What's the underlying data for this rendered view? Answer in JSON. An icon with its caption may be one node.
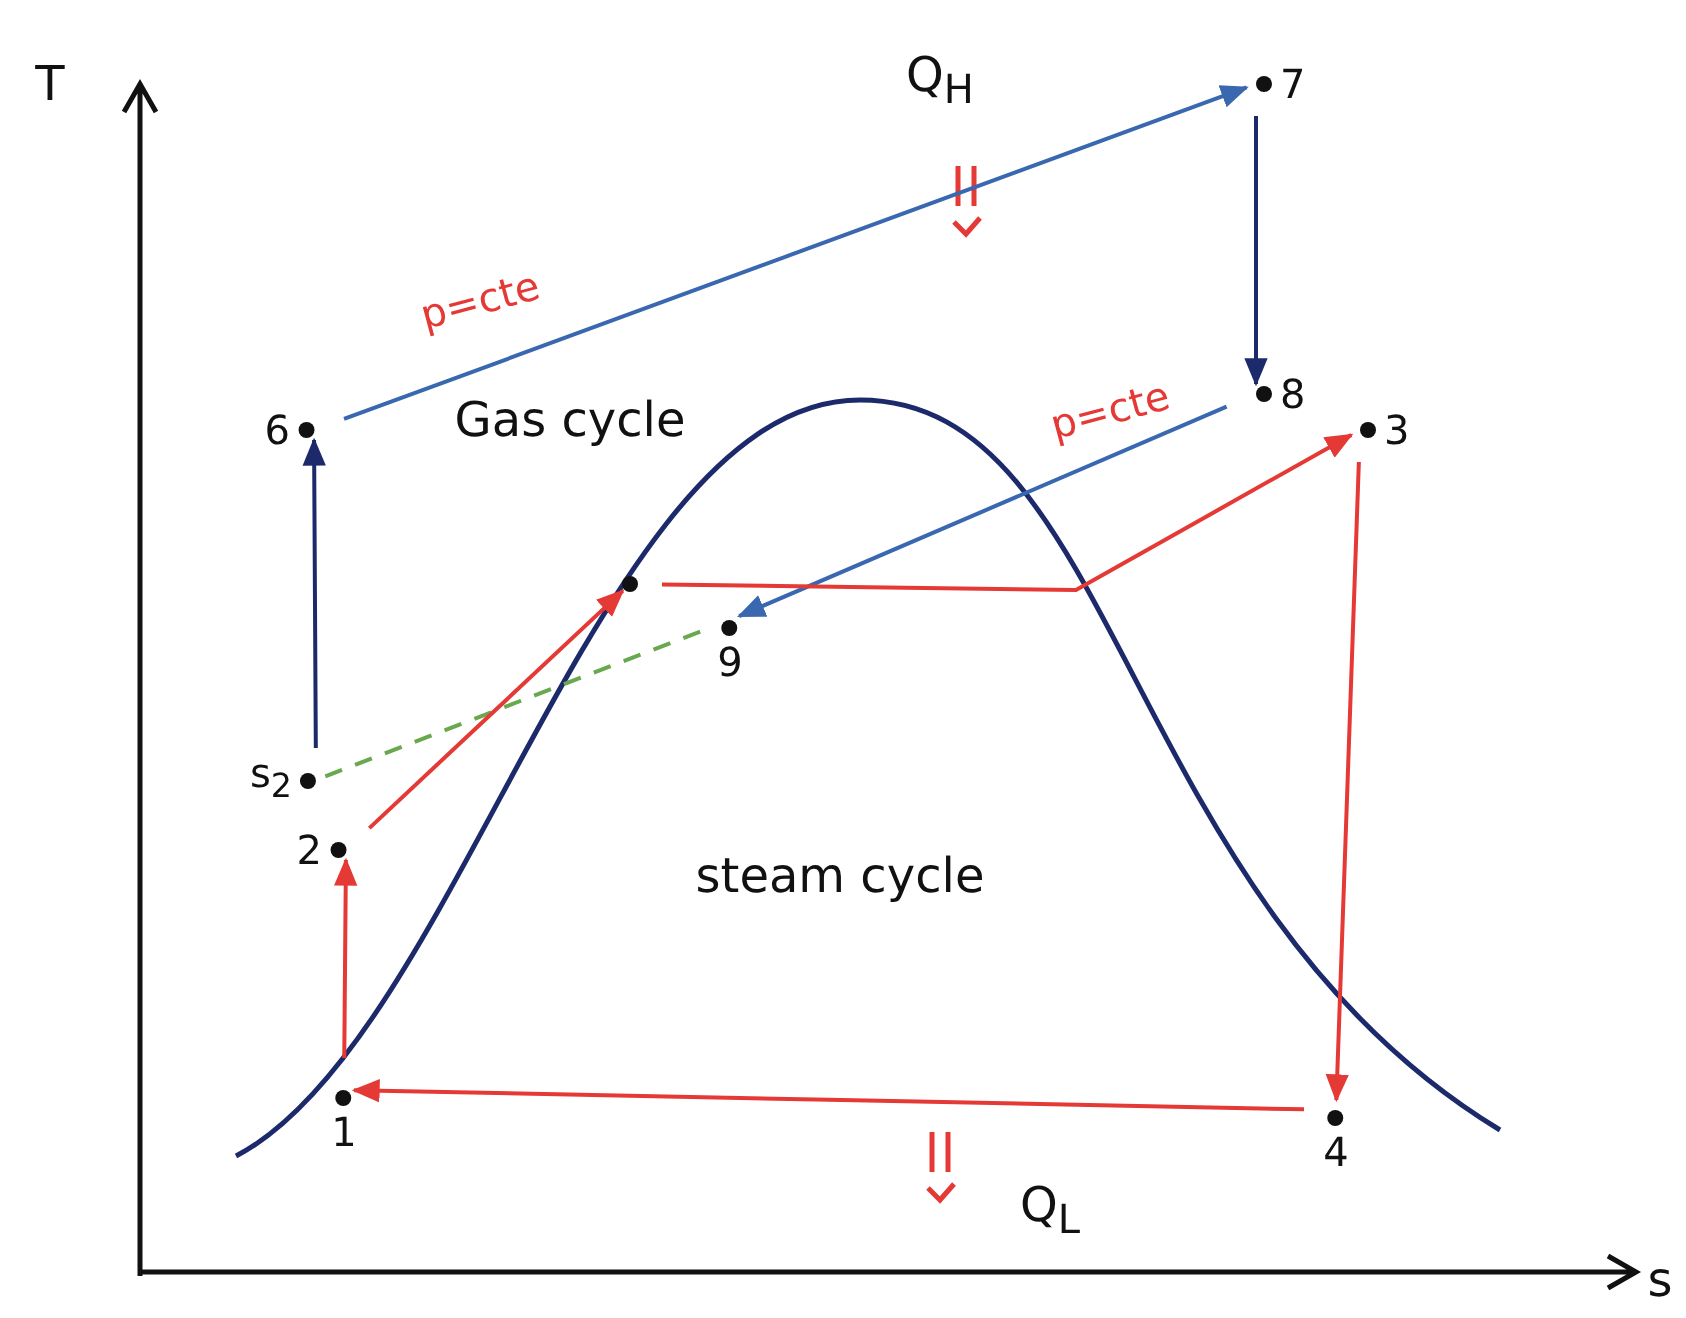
{
  "diagram": {
    "nodes": [
      {
        "text": [
          "6"
        ]
      },
      {
        "text": [
          "7"
        ]
      },
      {
        "text": [
          "8"
        ]
      },
      {
        "text": [
          "9"
        ]
      },
      {
        "text": [
          "s$_{2}$"
        ]
      },
      {
        "text": [
          "1"
        ]
      },
      {
        "text": [
          "2"
        ]
      },
      {
        "text": [],
        "shape": "circle"
      },
      {
        "text": [
          "3"
        ]
      },
      {
        "text": [
          "4"
        ]
      }
    ],
    "edges": [
      {
        "from": 0,
        "to": 1,
        "arrow": "to",
        "label": "p=cte",
        "color": "#3a68b0"
      },
      {
        "from": 1,
        "to": 2,
        "arrow": "to",
        "color": "#1c2a6b"
      },
      {
        "from": 2,
        "to": 3,
        "arrow": "to",
        "label": "p=cte",
        "color": "#3a68b0"
      },
      {
        "from": 3,
        "to": 4,
        "arrow": "none",
        "style": "dashed",
        "color": "#6aa84f"
      },
      {
        "from": 4,
        "to": 0,
        "arrow": "to",
        "color": "#1c2a6b"
      },
      {
        "from": 5,
        "to": 6,
        "arrow": "to"
      },
      {
        "from": 6,
        "to": 7,
        "arrow": "to"
      },
      {
        "from": 7,
        "to": 8,
        "arrow": "to"
      },
      {
        "from": 8,
        "to": 9,
        "arrow": "to"
      },
      {
        "from": 9,
        "to": 5,
        "arrow": "to"
      }
    ],
    "labels": [
      "T",
      "Q$_{H}$",
      "Gas cycle",
      "steam cycle",
      "Q$_{L}$",
      "s"
    ]
  }
}
